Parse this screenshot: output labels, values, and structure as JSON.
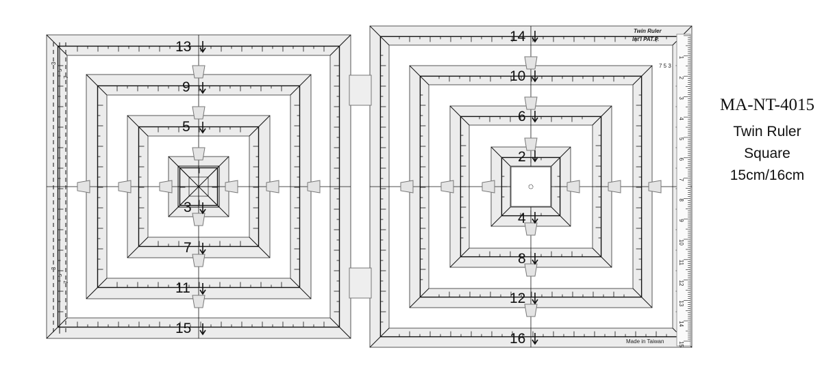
{
  "product": {
    "code": "MA-NT-4015",
    "name_line1": "Twin Ruler",
    "name_line2": "Square",
    "sizes": "15cm/16cm"
  },
  "left_ruler": {
    "labels_top": [
      "13",
      "9",
      "5"
    ],
    "labels_bottom": [
      "3",
      "7",
      "11",
      "15"
    ],
    "dashed_labels": [
      "3",
      "5",
      "7"
    ]
  },
  "right_ruler": {
    "labels_top": [
      "14",
      "10",
      "6",
      "2"
    ],
    "labels_bottom": [
      "4",
      "8",
      "12",
      "16"
    ],
    "brand_line1": "Twin Ruler",
    "brand_line2": "Int'l PAT.P.",
    "made_in": "Made in Taiwan",
    "scale_marks": [
      "1",
      "2",
      "3",
      "4",
      "5",
      "6",
      "7",
      "8",
      "9",
      "10",
      "11",
      "12",
      "13",
      "14",
      "15"
    ],
    "scale_corner": "7 5 3"
  },
  "colors": {
    "line": "#111111",
    "band": "#ececec",
    "fill": "#f7f7f7"
  }
}
